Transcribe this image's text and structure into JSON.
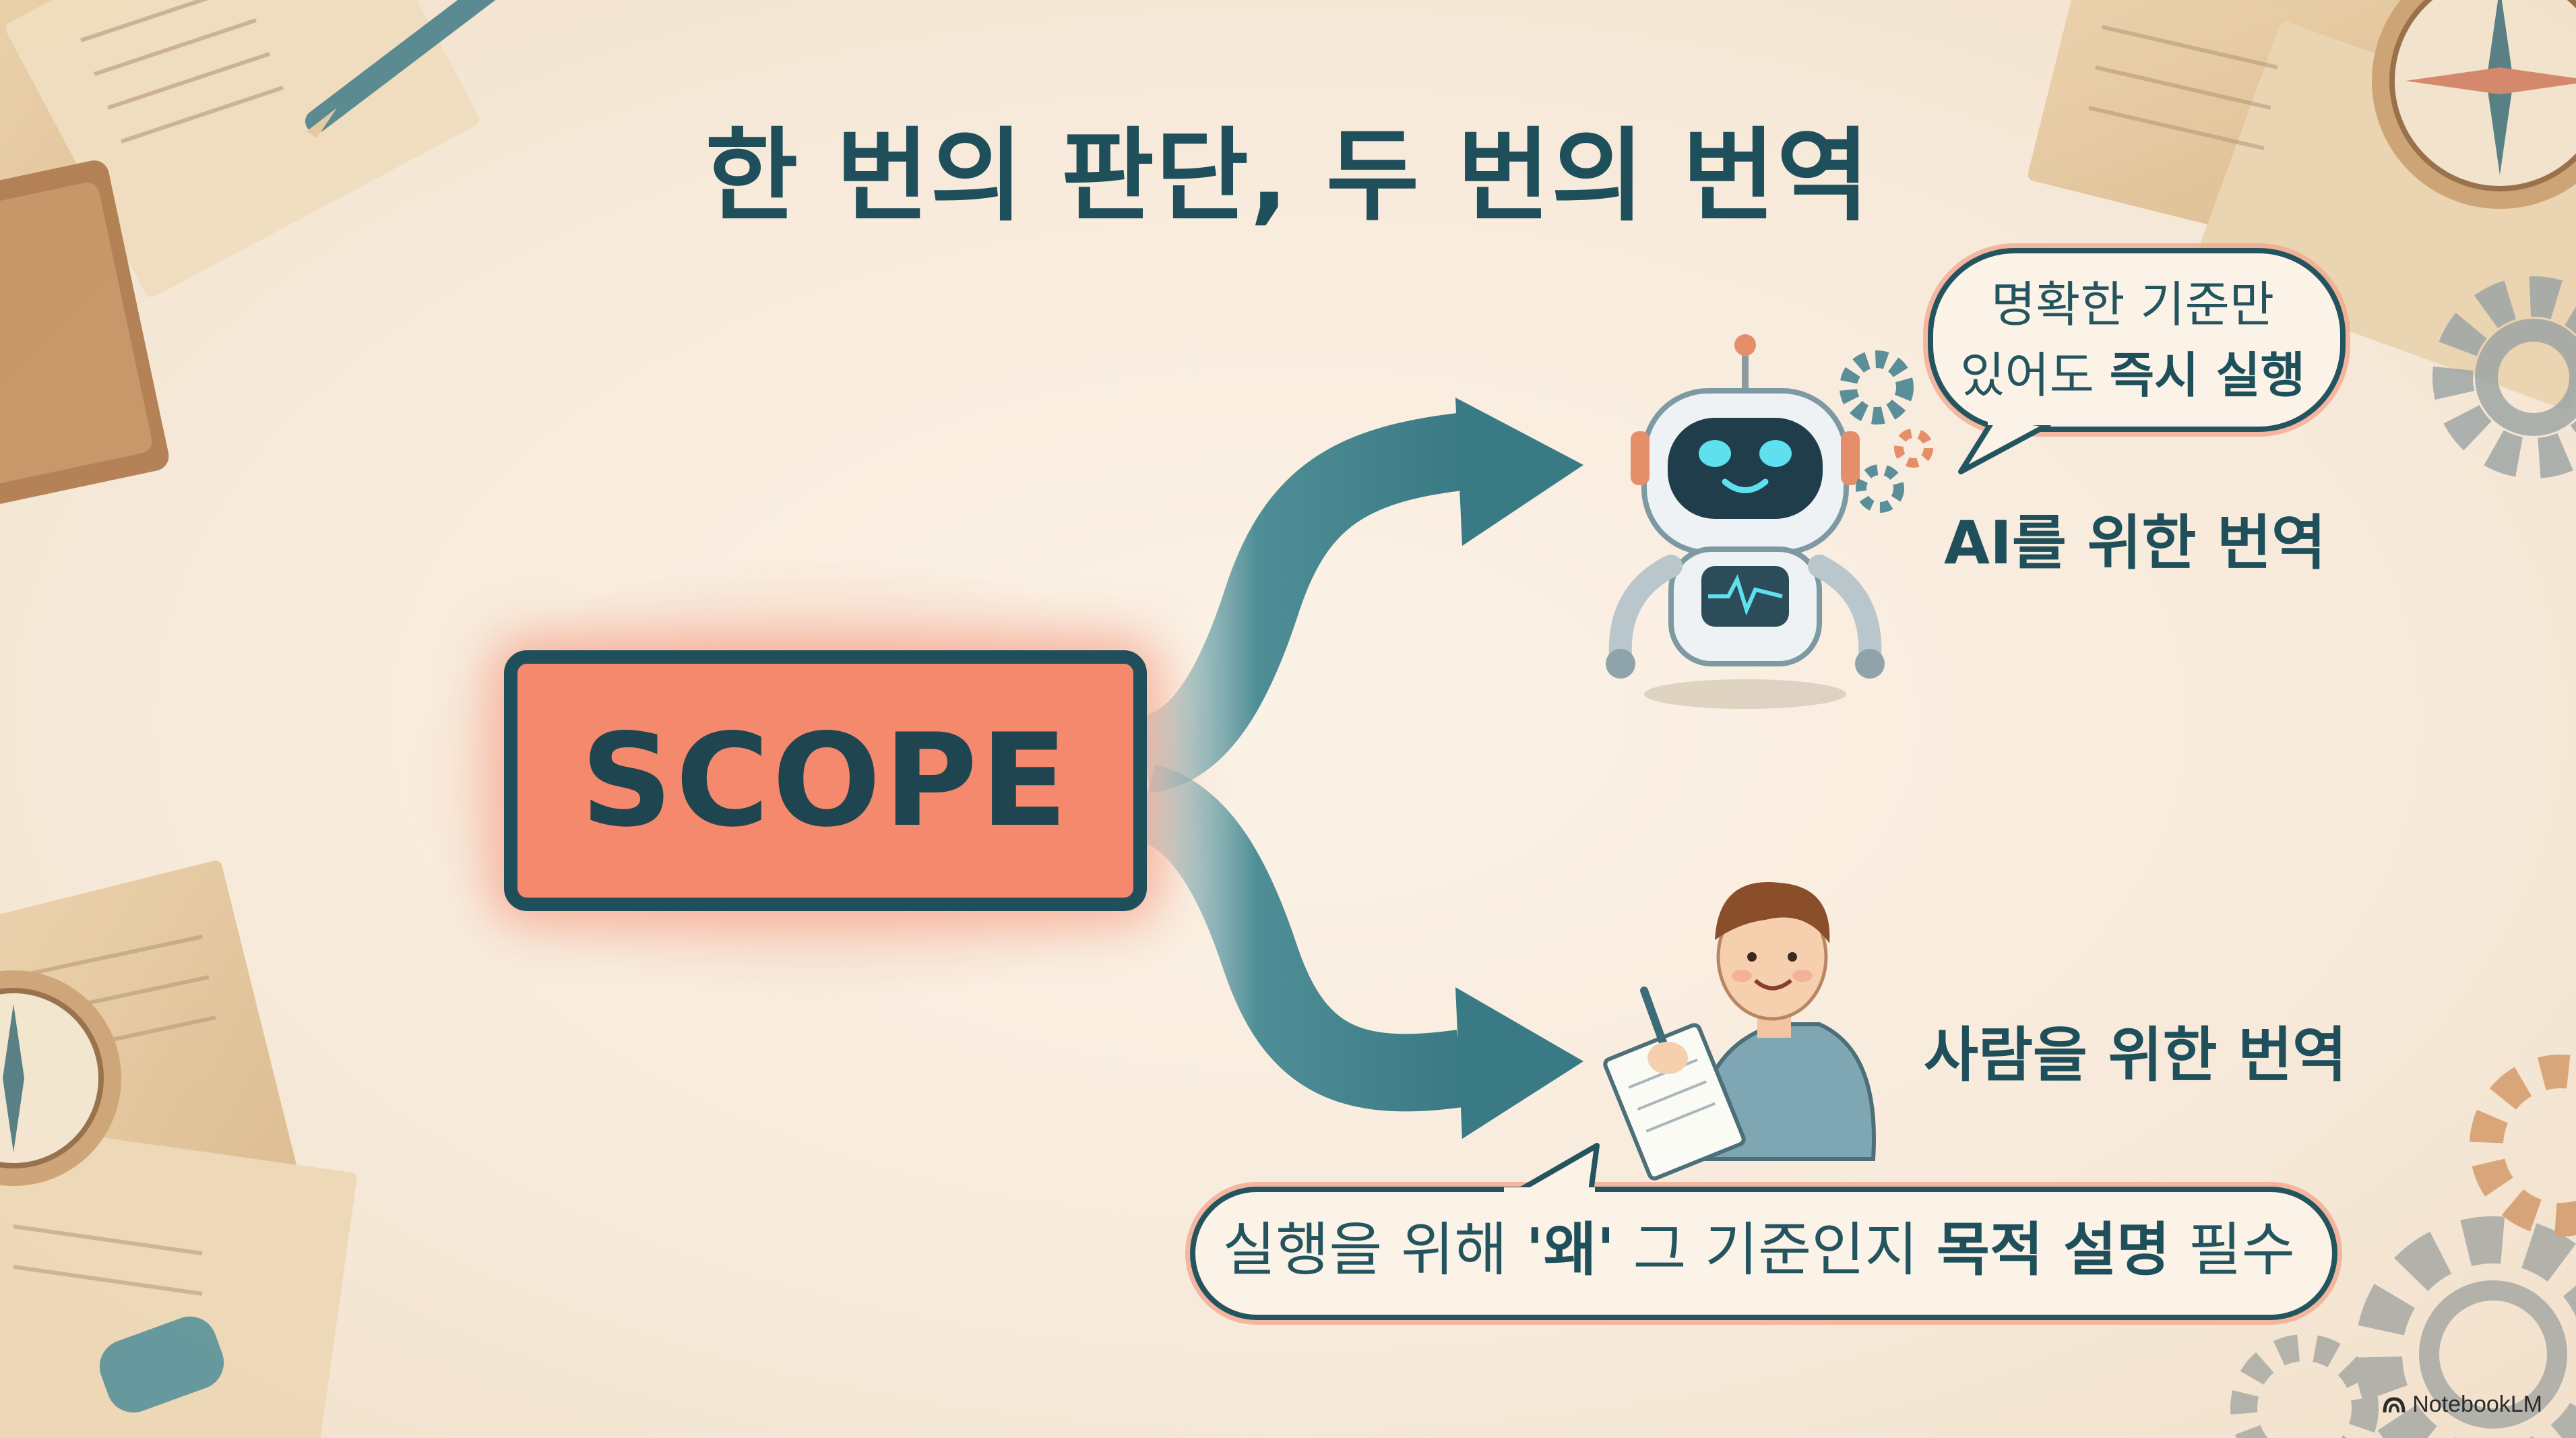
{
  "title": "한 번의 판단, 두 번의 번역",
  "center_box": {
    "label": "SCOPE"
  },
  "branches": [
    {
      "label": "AI를 위한 번역",
      "icon": "robot-icon",
      "bubble": {
        "line1": "명확한 기준만",
        "line2_prefix": "있어도 ",
        "line2_bold": "즉시 실행"
      }
    },
    {
      "label": "사람을 위한 번역",
      "icon": "person-writing-icon",
      "bubble": {
        "prefix": "실행을 위해 ",
        "bold1": "'왜'",
        "middle": " 그 기준인지 ",
        "bold2": "목적 설명",
        "suffix": " 필수"
      }
    }
  ],
  "brand": "NotebookLM",
  "colors": {
    "accent": "#f4896d",
    "dark_teal": "#1e4f5b",
    "arrow": "#3f7f88",
    "background": "#f8ecdc"
  }
}
